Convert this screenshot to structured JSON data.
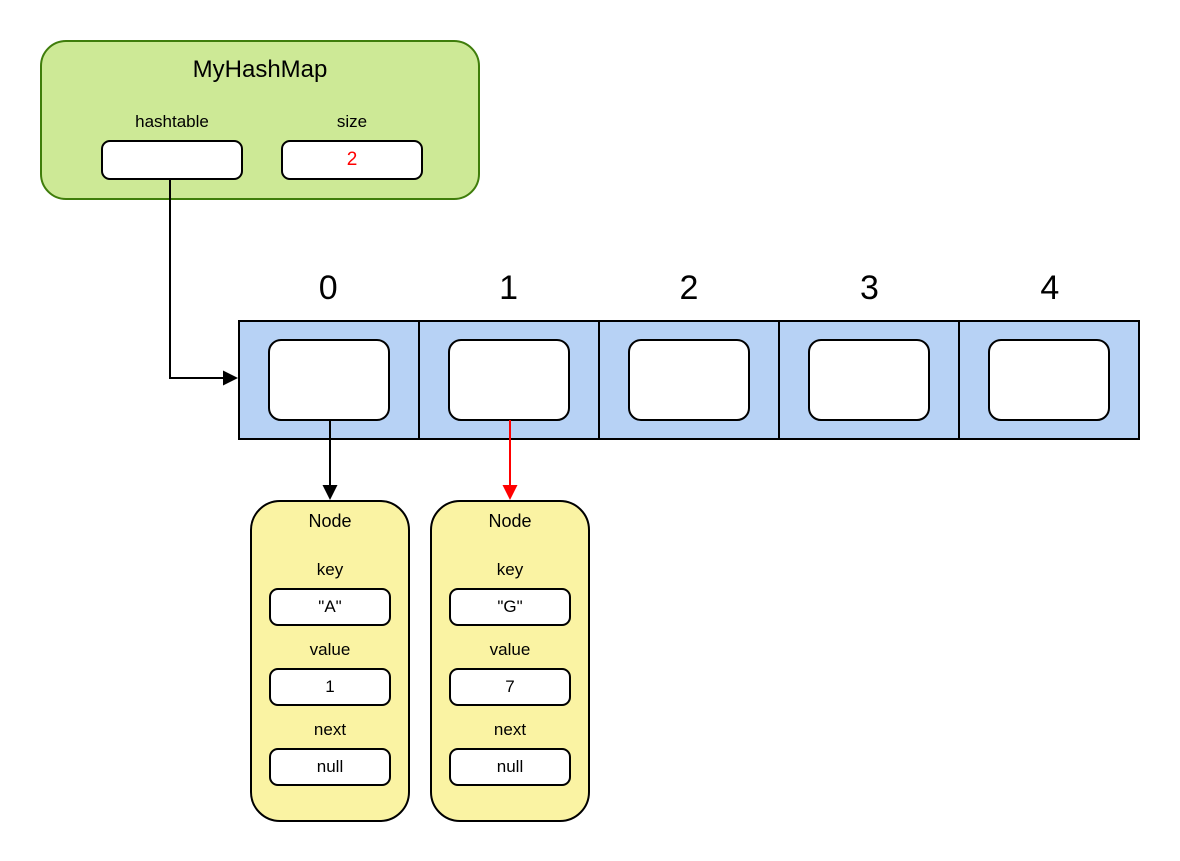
{
  "diagram_title": "MyHashMap hash table structure diagram",
  "colors": {
    "hashmap_fill": "#cde996",
    "hashmap_stroke": "#3f7d0b",
    "array_fill": "#b7d2f5",
    "node_fill": "#faf3a3",
    "box_stroke": "#000000",
    "size_value_color": "#ff0000",
    "arrow_default": "#000000",
    "arrow_highlight": "#ff0000"
  },
  "hashmap": {
    "title": "MyHashMap",
    "fields": [
      {
        "label": "hashtable",
        "value": ""
      },
      {
        "label": "size",
        "value": "2"
      }
    ]
  },
  "array": {
    "indices": [
      "0",
      "1",
      "2",
      "3",
      "4"
    ]
  },
  "nodes": [
    {
      "title": "Node",
      "key_label": "key",
      "key": "\"A\"",
      "value_label": "value",
      "value": "1",
      "next_label": "next",
      "next": "null"
    },
    {
      "title": "Node",
      "key_label": "key",
      "key": "\"G\"",
      "value_label": "value",
      "value": "7",
      "next_label": "next",
      "next": "null"
    }
  ]
}
